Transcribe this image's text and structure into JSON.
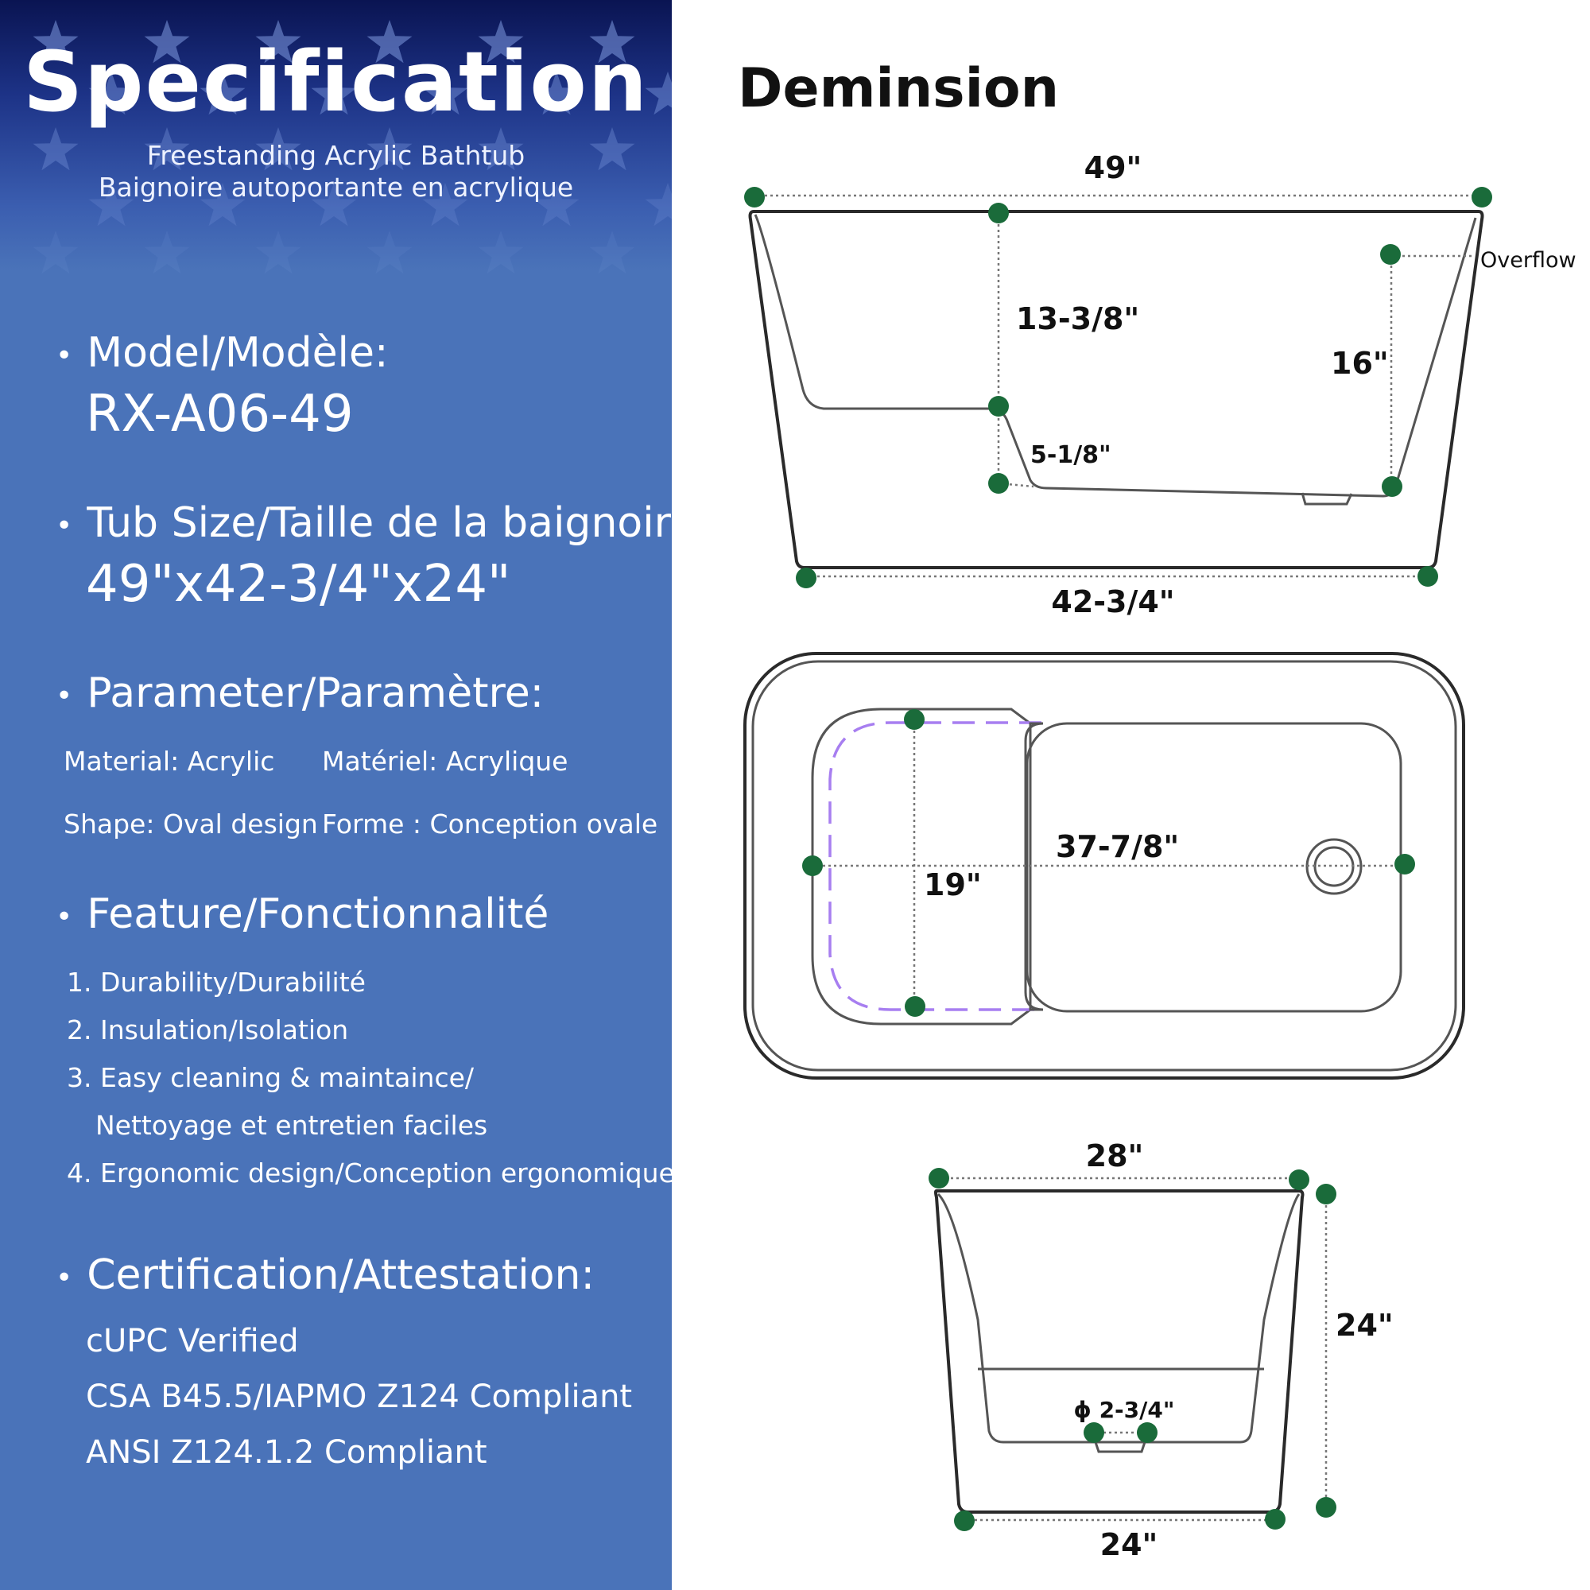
{
  "spec": {
    "title": "Specification",
    "subtitle_en": "Freestanding Acrylic Bathtub",
    "subtitle_fr": "Baignoire autoportante en acrylique",
    "model_label": "Model/Modèle:",
    "model_value": "RX-A06-49",
    "size_label": "Tub Size/Taille de la baignoire:",
    "size_value": "49\"x42-3/4\"x24\"",
    "param_label": "Parameter/Paramètre:",
    "params": [
      {
        "en": "Material: Acrylic",
        "fr": "Matériel: Acrylique"
      },
      {
        "en": "Shape: Oval design",
        "fr": "Forme : Conception ovale"
      }
    ],
    "feature_label": "Feature/Fonctionnalité",
    "features": [
      "1. Durability/Durabilité",
      "2. Insulation/Isolation",
      "3. Easy cleaning & maintaince/",
      "Nettoyage et entretien faciles",
      "4. Ergonomic design/Conception ergonomique"
    ],
    "cert_label": "Certification/Attestation:",
    "certs": [
      "cUPC Verified",
      "CSA B45.5/IAPMO Z124 Compliant",
      "ANSI Z124.1.2 Compliant"
    ]
  },
  "dimension": {
    "title": "Deminsion",
    "side": {
      "top_length": "49\"",
      "seat_depth": "13-3/8\"",
      "step_height": "5-1/8\"",
      "overflow_height": "16\"",
      "overflow_label": "Overflow",
      "bottom_length": "42-3/4\""
    },
    "top": {
      "inner_length": "37-7/8\"",
      "seat_width": "19\""
    },
    "end": {
      "top_width": "28\"",
      "height": "24\"",
      "drain": "ϕ 2-3/4\"",
      "bottom_width": "24\""
    }
  },
  "colors": {
    "panel_blue": "#4a73b9",
    "dot_green": "#1a6b3a",
    "seat_outline": "#a77ef0"
  }
}
